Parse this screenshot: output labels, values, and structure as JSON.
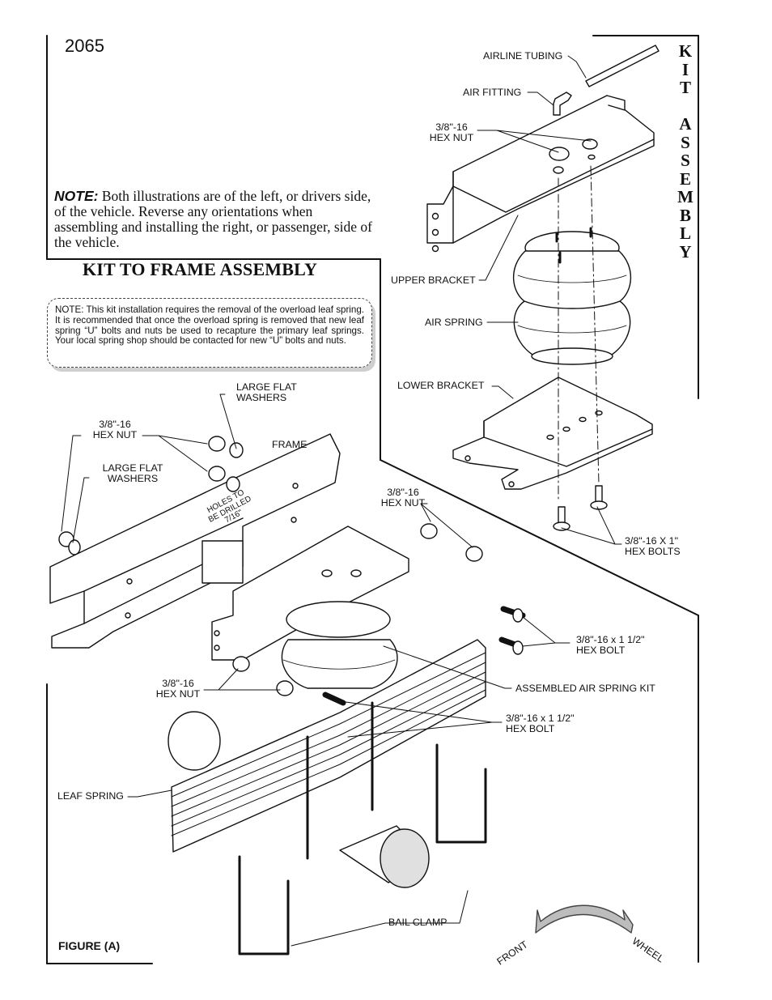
{
  "page_number": "2065",
  "note": {
    "label": "NOTE:",
    "text": "Both illustrations are of the left, or drivers side, of the vehicle.  Reverse any orientations when assembling and installing the right, or passenger, side of the vehicle."
  },
  "section_title": "KIT TO FRAME ASSEMBLY",
  "kit_note": "NOTE:  This kit installation requires the removal of the overload leaf spring.  It is recommended that once the overload spring is removed that new leaf spring “U” bolts and nuts be used to recapture the primary leaf springs.  Your local spring shop should be contacted for new “U” bolts and nuts.",
  "side_title_letters": [
    "K",
    "I",
    "T",
    "",
    "A",
    "S",
    "S",
    "E",
    "M",
    "B",
    "L",
    "Y"
  ],
  "kit_assembly_labels": {
    "airline_tubing": "AIRLINE TUBING",
    "air_fitting": "AIR FITTING",
    "hex_nut_1": "3/8\"-16",
    "hex_nut_2": "HEX NUT",
    "upper_bracket": "UPPER BRACKET",
    "air_spring": "AIR SPRING",
    "lower_bracket": "LOWER BRACKET",
    "hex_bolts_1": "3/8\"-16 X 1\"",
    "hex_bolts_2": "HEX BOLTS"
  },
  "frame_labels": {
    "large_flat_washers_1": "LARGE FLAT",
    "large_flat_washers_2": "WASHERS",
    "frame": "FRAME",
    "hex_nut_a1": "3/8\"-16",
    "hex_nut_a2": "HEX NUT",
    "washers_b1": "LARGE FLAT",
    "washers_b2": "WASHERS",
    "holes_1": "HOLES TO",
    "holes_2": "BE DRILLED",
    "holes_3": "7/16\"",
    "hex_nut_b1": "3/8\"-16",
    "hex_nut_b2": "HEX NUT",
    "hex_bolt_a1": "3/8\"-16 x 1 1/2\"",
    "hex_bolt_a2": "HEX BOLT",
    "hex_nut_c1": "3/8\"-16",
    "hex_nut_c2": "HEX NUT",
    "assembled_kit": "ASSEMBLED AIR SPRING KIT",
    "hex_bolt_b1": "3/8\"-16 x 1 1/2\"",
    "hex_bolt_b2": "HEX BOLT",
    "leaf_spring": "LEAF SPRING",
    "bail_clamp": "BAIL CLAMP",
    "front": "FRONT",
    "wheel": "WHEEL"
  },
  "figure_label": "FIGURE (A)"
}
